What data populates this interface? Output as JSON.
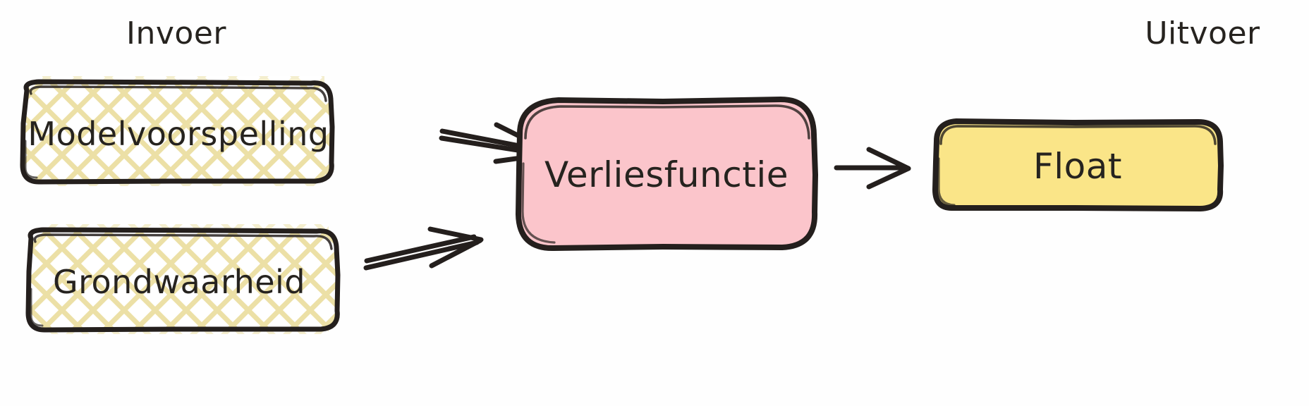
{
  "diagram": {
    "type": "flow",
    "background_color": "#fefefe",
    "ink_color": "#241f1d",
    "groups": [
      {
        "id": "input",
        "label": "Invoer"
      },
      {
        "id": "output",
        "label": "Uitvoer"
      }
    ],
    "nodes": [
      {
        "id": "model-prediction",
        "label": "Modelvoorspelling",
        "fill_style": "cross-hatch",
        "fill_color": "#efe0a8",
        "group": "input"
      },
      {
        "id": "ground-truth",
        "label": "Grondwaarheid",
        "fill_style": "cross-hatch",
        "fill_color": "#efe0a8",
        "group": "input"
      },
      {
        "id": "loss-function",
        "label": "Verliesfunctie",
        "fill_style": "solid",
        "fill_color": "#fbc5cb",
        "group": "process"
      },
      {
        "id": "float-output",
        "label": "Float",
        "fill_style": "solid",
        "fill_color": "#fae588",
        "group": "output"
      }
    ],
    "edges": [
      {
        "id": "edge-prediction-to-loss",
        "from": "model-prediction",
        "to": "loss-function",
        "style": "sketch-arrow"
      },
      {
        "id": "edge-truth-to-loss",
        "from": "ground-truth",
        "to": "loss-function",
        "style": "sketch-arrow"
      },
      {
        "id": "edge-loss-to-float",
        "from": "loss-function",
        "to": "float-output",
        "style": "sketch-arrow"
      }
    ]
  }
}
